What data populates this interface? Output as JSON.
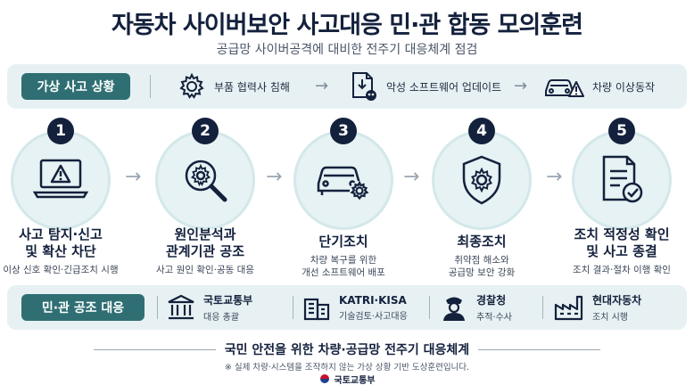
{
  "header": {
    "title": "자동차 사이버보안 사고대응 민·관 합동 모의훈련",
    "subtitle": "공급망 사이버공격에 대비한 전주기 대응체계 점검"
  },
  "scenario": {
    "label": "가상 사고 상황",
    "items": [
      {
        "icon": "gear-icon",
        "text": "부품 협력사 침해"
      },
      {
        "icon": "malware-document-icon",
        "text": "악성 소프트웨어 업데이트"
      },
      {
        "icon": "car-warning-icon",
        "text": "차량 이상동작"
      }
    ]
  },
  "steps": [
    {
      "number": "1",
      "title_line1": "사고 탐지·신고",
      "title_line2": "및 확산 차단",
      "desc_line1": "이상 신호 확인·긴급조치 시행",
      "desc_line2": "",
      "icon": "laptop-warning-icon"
    },
    {
      "number": "2",
      "title_line1": "원인분석과",
      "title_line2": "관계기관 공조",
      "desc_line1": "사고 원인 확인·공동 대응",
      "desc_line2": "",
      "icon": "magnifier-gear-icon"
    },
    {
      "number": "3",
      "title_line1": "단기조치",
      "title_line2": "",
      "desc_line1": "차량 복구를 위한",
      "desc_line2": "개선 소프트웨어 배포",
      "icon": "car-gear-icon"
    },
    {
      "number": "4",
      "title_line1": "최종조치",
      "title_line2": "",
      "desc_line1": "취약점 해소와",
      "desc_line2": "공급망 보안 강화",
      "icon": "shield-gear-icon"
    },
    {
      "number": "5",
      "title_line1": "조치 적정성 확인",
      "title_line2": "및 사고 종결",
      "desc_line1": "조치 결과·절차 이행 확인",
      "desc_line2": "",
      "icon": "document-check-icon"
    }
  ],
  "agencies": {
    "label": "민·관 공조 대응",
    "items": [
      {
        "icon": "government-building-icon",
        "name": "국토교통부",
        "role": "대응 총괄"
      },
      {
        "icon": "office-building-icon",
        "name": "KATRI·KISA",
        "role": "기술검토·사고대응"
      },
      {
        "icon": "police-officer-icon",
        "name": "경찰청",
        "role": "추적·수사"
      },
      {
        "icon": "factory-icon",
        "name": "현대자동차",
        "role": "조치 시행"
      }
    ]
  },
  "footer": {
    "main": "국민 안전을 위한 차량·공급망 전주기 대응체계",
    "note": "※ 실제 차량·시스템을 조작하지 않는 가상 상황 기반 도상훈련입니다.",
    "ministry": "국토교통부"
  },
  "colors": {
    "navy": "#14213d",
    "teal": "#2f6f73",
    "band": "#e7f1f3",
    "circle": "#e6f2f3"
  }
}
